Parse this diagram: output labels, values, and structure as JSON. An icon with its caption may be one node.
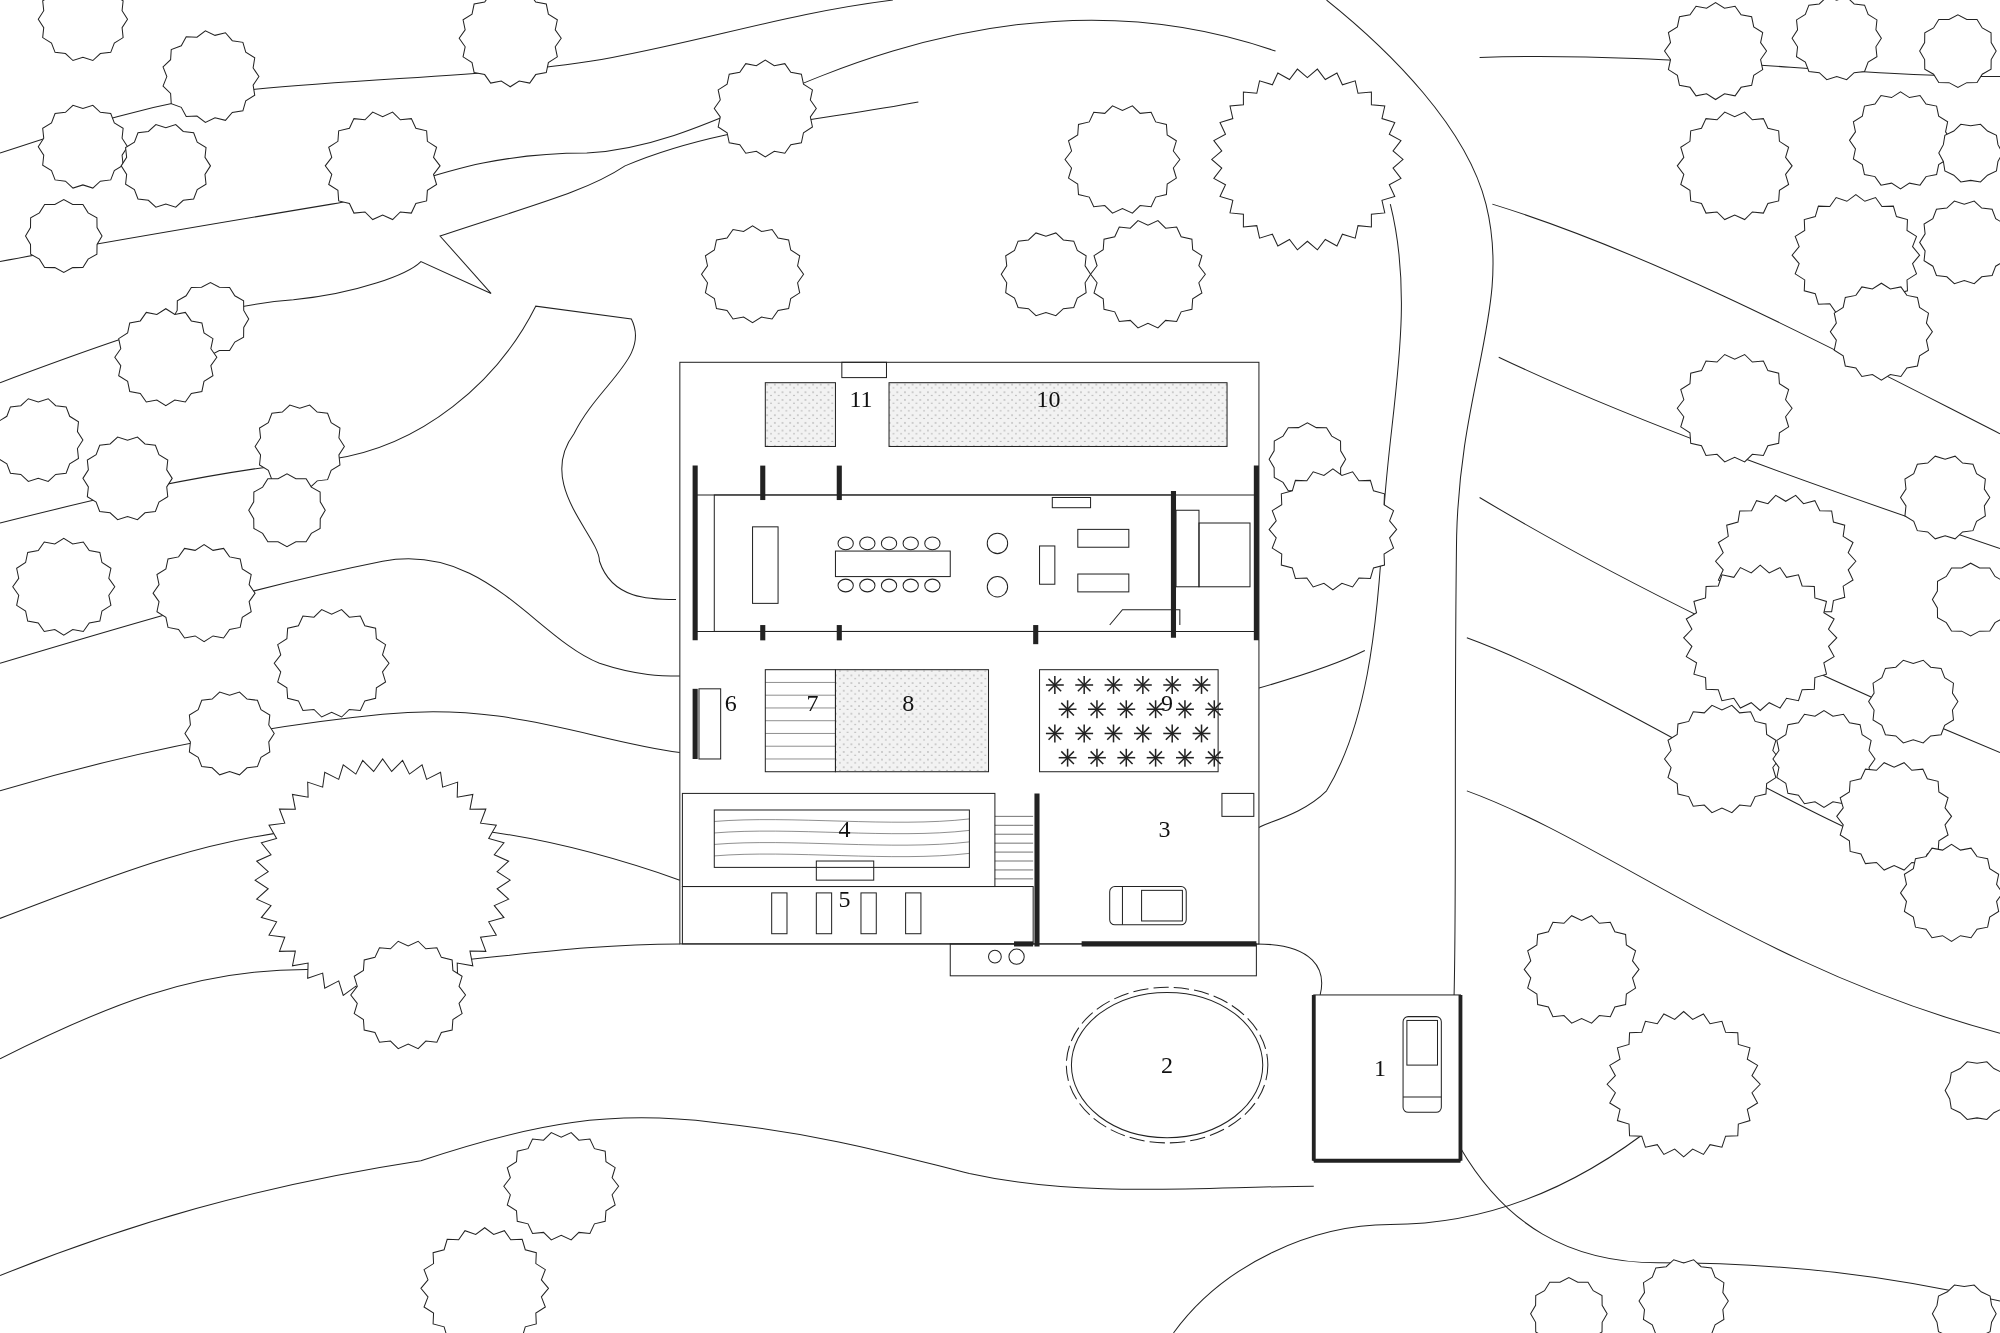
{
  "diagram": {
    "labels": [
      "11",
      "10",
      "6",
      "7",
      "8",
      "9",
      "4",
      "3",
      "5",
      "2",
      "1"
    ]
  }
}
